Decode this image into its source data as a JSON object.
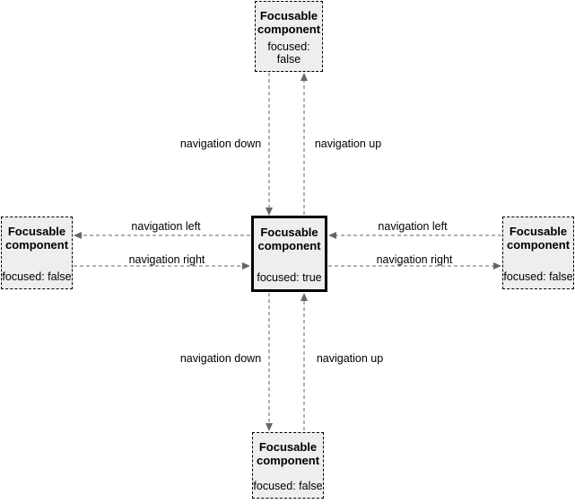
{
  "diagram": {
    "nodes": {
      "top": {
        "title": "Focusable component",
        "state": "focused: false"
      },
      "left": {
        "title": "Focusable component",
        "state": "focused: false"
      },
      "center": {
        "title": "Focusable component",
        "state": "focused: true"
      },
      "right": {
        "title": "Focusable component",
        "state": "focused: false"
      },
      "bottom": {
        "title": "Focusable component",
        "state": "focused: false"
      }
    },
    "edge_labels": {
      "top_down": "navigation down",
      "top_up": "navigation up",
      "left_left": "navigation left",
      "left_right": "navigation right",
      "right_left": "navigation left",
      "right_right": "navigation right",
      "bottom_down": "navigation down",
      "bottom_up": "navigation up"
    },
    "colors": {
      "node_fill": "#eeeeee",
      "node_border": "#000000",
      "edge": "#666666",
      "text": "#000000",
      "background": "#ffffff"
    }
  }
}
